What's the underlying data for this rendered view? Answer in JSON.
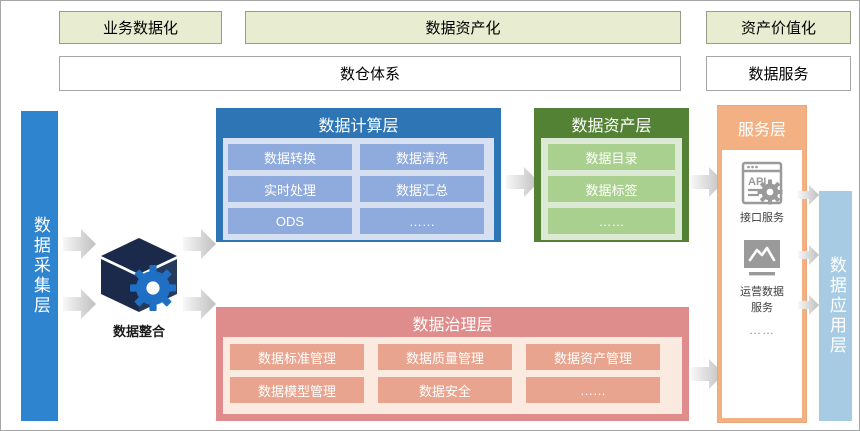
{
  "banners": [
    {
      "label": "业务数据化"
    },
    {
      "label": "数据资产化"
    },
    {
      "label": "资产价值化"
    }
  ],
  "subbanners": [
    {
      "label": "数仓体系"
    },
    {
      "label": "数据服务"
    }
  ],
  "columns": {
    "collect": {
      "label": "数据采集层",
      "color": "#2E84CE"
    },
    "application": {
      "label": "数据应用层",
      "color": "#A6CBE3"
    }
  },
  "integration": {
    "label": "数据整合",
    "icon": "cube-gear-icon"
  },
  "layers": {
    "compute": {
      "title": "数据计算层",
      "header_color": "#2E75B6",
      "panel_color": "#D6E0F0",
      "pill_color": "#8FAADC",
      "items": [
        "数据转换",
        "数据清洗",
        "实时处理",
        "数据汇总",
        "ODS",
        "……"
      ]
    },
    "asset": {
      "title": "数据资产层",
      "header_color": "#548235",
      "panel_color": "#DCE9D5",
      "pill_color": "#A9D08E",
      "items": [
        "数据目录",
        "数据标签",
        "……"
      ]
    },
    "governance": {
      "title": "数据治理层",
      "header_color": "#DE8C8C",
      "panel_color": "#FBEAE0",
      "pill_color": "#E8A48E",
      "items": [
        "数据标准管理",
        "数据质量管理",
        "数据资产管理",
        "数据模型管理",
        "数据安全",
        "……"
      ]
    },
    "service": {
      "title": "服务层",
      "header_color": "#F3B183",
      "items": [
        {
          "label": "接口服务",
          "icon": "api-window-gear-icon"
        },
        {
          "label": "运营数据服务",
          "label_line1": "运营数据",
          "label_line2": "服务",
          "icon": "monitor-chart-icon"
        }
      ],
      "more": "……"
    }
  }
}
